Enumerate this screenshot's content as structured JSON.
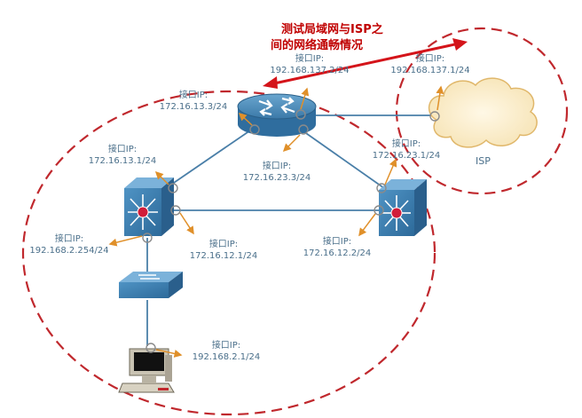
{
  "title": {
    "line1": "测试局域网与ISP之",
    "line2": "间的网络通畅情况"
  },
  "isp_label": "ISP",
  "interfaces": [
    {
      "id": "router-left-up",
      "caption": "接口IP:",
      "ip": "192.168.137.2/24"
    },
    {
      "id": "isp-link",
      "caption": "接口IP:",
      "ip": "192.168.137.1/24"
    },
    {
      "id": "router-left",
      "caption": "接口IP:",
      "ip": "172.16.13.3/24"
    },
    {
      "id": "switch-left-top",
      "caption": "接口IP:",
      "ip": "172.16.13.1/24"
    },
    {
      "id": "router-bottom",
      "caption": "接口IP:",
      "ip": "172.16.23.3/24"
    },
    {
      "id": "switch-right-top",
      "caption": "接口IP:",
      "ip": "172.16.23.1/24"
    },
    {
      "id": "switch-left-lan",
      "caption": "接口IP:",
      "ip": "192.168.2.254/24"
    },
    {
      "id": "switch-left-right",
      "caption": "接口IP:",
      "ip": "172.16.12.1/24"
    },
    {
      "id": "switch-right-left",
      "caption": "接口IP:",
      "ip": "172.16.12.2/24"
    },
    {
      "id": "pc",
      "caption": "接口IP:",
      "ip": "192.168.2.1/24"
    }
  ],
  "colors": {
    "dash": "#c0282d",
    "link": "#4a7fa8",
    "arrow": "#e0902a",
    "title": "#c00000",
    "label": "#4a6f8a"
  }
}
